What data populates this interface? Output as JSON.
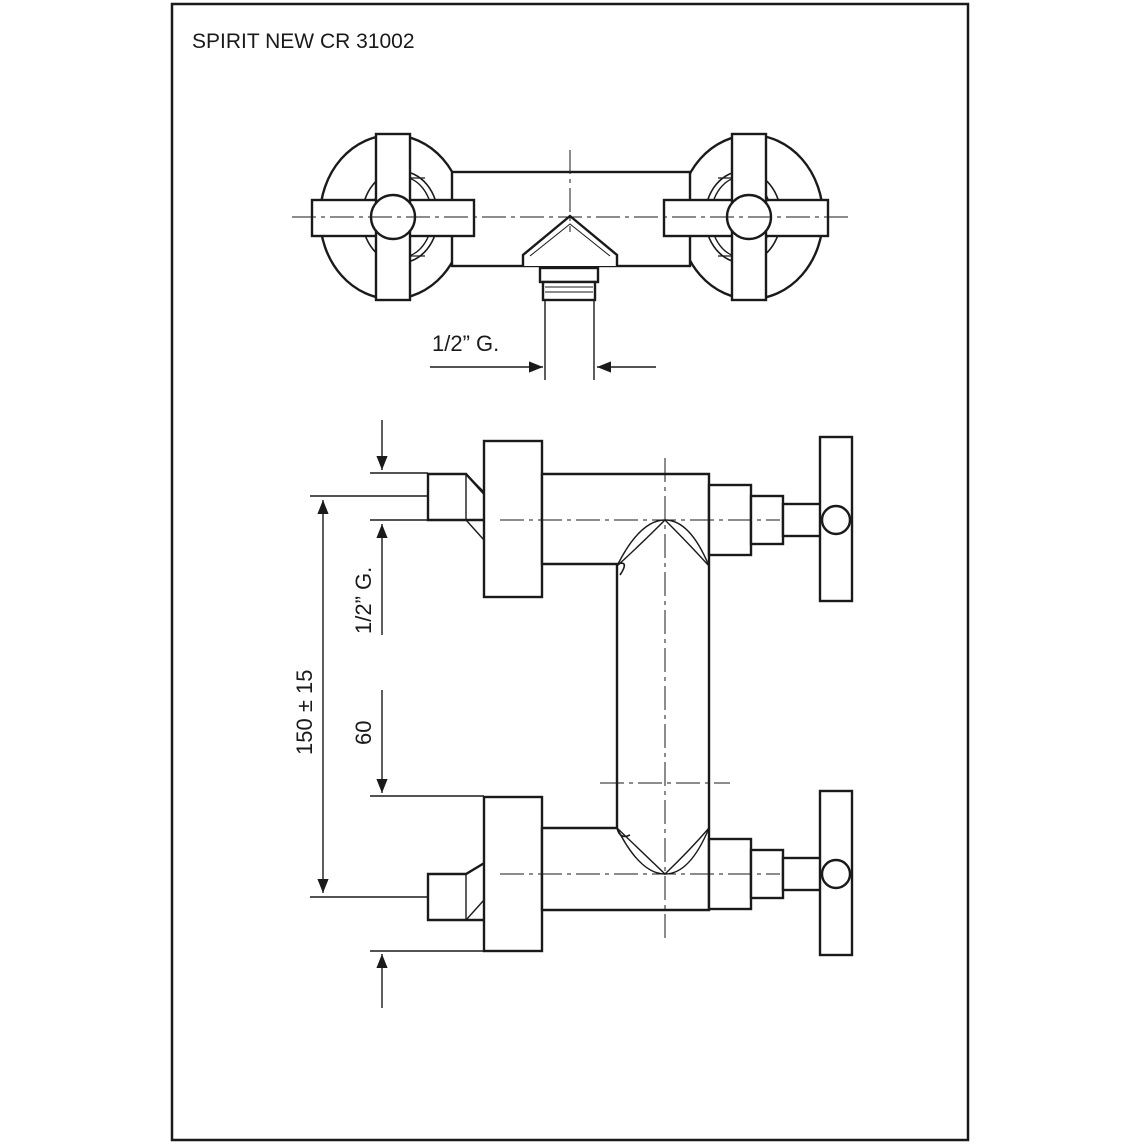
{
  "drawing": {
    "title": "SPIRIT NEW CR 31002",
    "top_view": {
      "outlet_thread_label": "1/2” G."
    },
    "side_view": {
      "inlet_thread_label": "1/2” G.",
      "center_distance_label": "150 ± 15",
      "offset_label": "60"
    }
  },
  "colors": {
    "line": "#1a1a1a",
    "background": "#ffffff"
  }
}
